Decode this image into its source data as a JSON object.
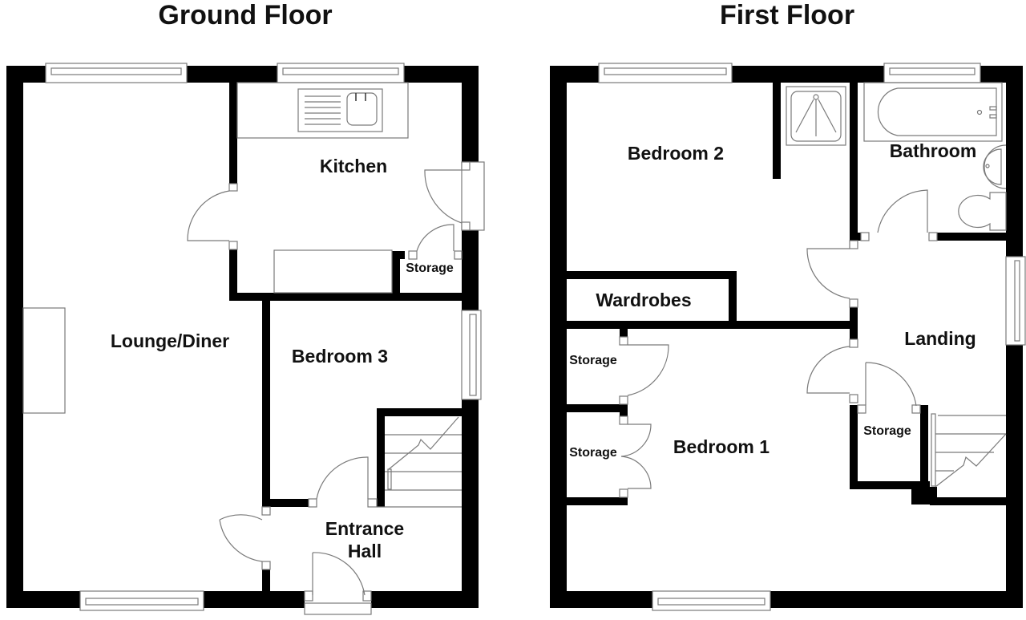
{
  "floors": [
    {
      "title": "Ground Floor",
      "rooms": [
        {
          "label": "Kitchen"
        },
        {
          "label": "Storage"
        },
        {
          "label": "Lounge/Diner"
        },
        {
          "label": "Bedroom 3"
        },
        {
          "label": "Entrance",
          "label2": "Hall"
        }
      ]
    },
    {
      "title": "First Floor",
      "rooms": [
        {
          "label": "Bedroom 2"
        },
        {
          "label": "Bathroom"
        },
        {
          "label": "Wardrobes"
        },
        {
          "label": "Landing"
        },
        {
          "label": "Storage"
        },
        {
          "label": "Storage"
        },
        {
          "label": "Bedroom 1"
        },
        {
          "label": "Storage"
        }
      ]
    }
  ],
  "colors": {
    "wall": "#000000",
    "fixture_line": "#7a7a7a",
    "background": "#ffffff",
    "text": "#111111"
  }
}
